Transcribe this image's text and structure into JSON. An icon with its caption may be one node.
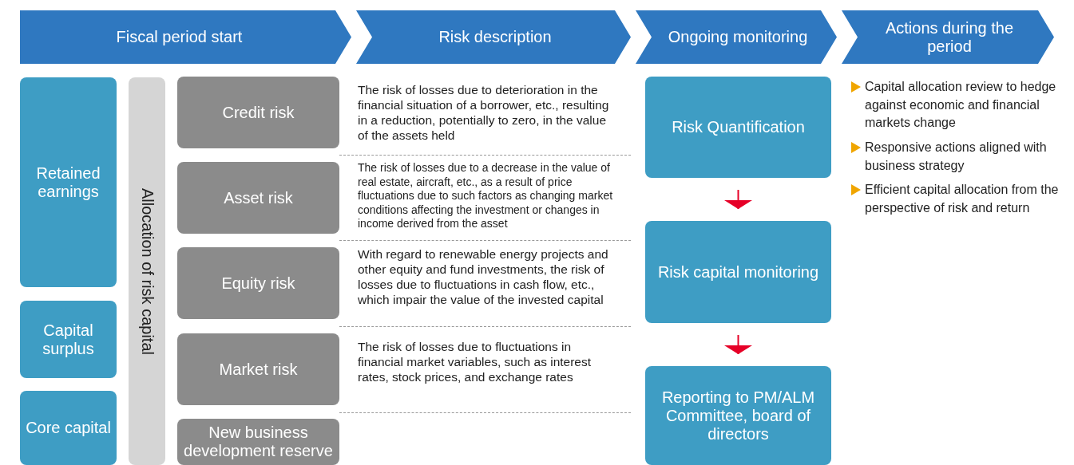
{
  "diagram": {
    "nodes": [
      {
        "text": [
          "Fiscal period start"
        ]
      },
      {
        "text": [
          "Risk description"
        ]
      },
      {
        "text": [
          "Ongoing monitoring"
        ]
      },
      {
        "text": [
          "Actions during the period"
        ]
      },
      {
        "text": [
          "Retained earnings"
        ]
      },
      {
        "text": [
          "Capital surplus"
        ]
      },
      {
        "text": [
          "Core capital"
        ]
      },
      {
        "text": [
          "Allocation of risk capital"
        ]
      },
      {
        "text": [
          "Credit risk"
        ],
        "beside": [
          "The risk of losses due to deterioration in the financial situation of a borrower, etc., resulting in a reduction, potentially to zero, in the value of the assets held"
        ]
      },
      {
        "text": [
          "Asset risk"
        ],
        "beside": [
          "The risk of losses due to a decrease in the value of real estate, aircraft, etc., as a result of price fluctuations due to such factors as changing market conditions affecting the investment or changes in income derived from the asset"
        ]
      },
      {
        "text": [
          "Equity risk"
        ],
        "beside": [
          "With regard to renewable energy projects and other equity and fund investments, the risk of losses due to fluctuations in cash flow, etc., which impair the value of the invested capital"
        ]
      },
      {
        "text": [
          "Market risk"
        ],
        "beside": [
          "The risk of losses due to fluctuations in financial market variables, such as interest rates, stock prices, and exchange rates"
        ]
      },
      {
        "text": [
          "New business development reserve"
        ]
      },
      {
        "text": [
          "Risk Quantification"
        ]
      },
      {
        "text": [
          "Risk capital monitoring"
        ]
      },
      {
        "text": [
          "Reporting to PM/ALM Committee, board of directors"
        ]
      }
    ],
    "edges": [
      {
        "from": 13,
        "to": 14,
        "arrow": "to"
      },
      {
        "from": 14,
        "to": 15,
        "arrow": "to"
      }
    ],
    "labels": [
      "Capital allocation review to hedge against economic and financial markets change",
      "Responsive actions aligned with business strategy",
      "Efficient capital allocation from the perspective of risk and return"
    ]
  }
}
